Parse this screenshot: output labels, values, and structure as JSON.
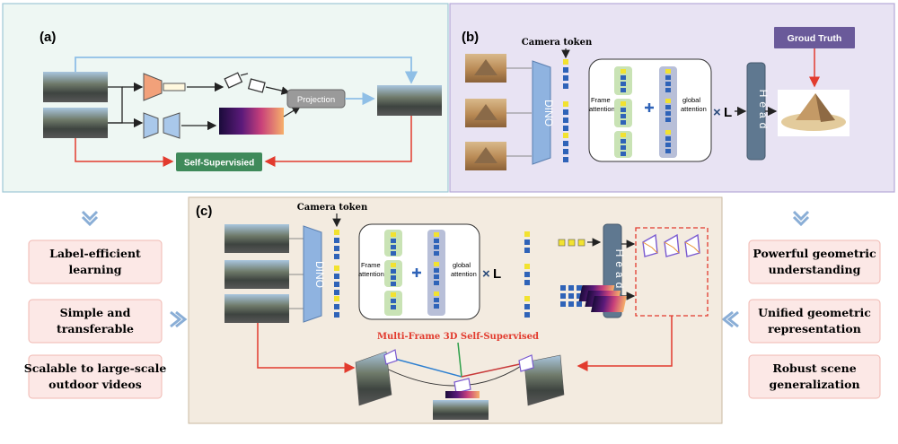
{
  "panel_a": {
    "label": "(a)",
    "projection": "Projection",
    "self_supervised": "Self-Supervisied"
  },
  "panel_b": {
    "label": "(b)",
    "camera_token": "Camera token",
    "dino": "DINO",
    "frame_attention_1": "Frame",
    "frame_attention_2": "attention",
    "global_attention_1": "global",
    "global_attention_2": "attention",
    "times_l": "L",
    "head": "Head",
    "ground_truth": "Groud Truth"
  },
  "panel_c": {
    "label": "(c)",
    "camera_token": "Camera token",
    "dino": "DINO",
    "frame_attention_1": "Frame",
    "frame_attention_2": "attention",
    "global_attention_1": "global",
    "global_attention_2": "attention",
    "times_l": "L",
    "head": "Head",
    "multi_frame": "Multi-Frame 3D Self-Supervised"
  },
  "left_boxes": [
    {
      "line1": "Label-efficient",
      "line2": "learning"
    },
    {
      "line1": "Simple and",
      "line2": "transferable"
    },
    {
      "line1": "Scalable to large-scale",
      "line2": "outdoor videos"
    }
  ],
  "right_boxes": [
    {
      "line1": "Powerful geometric",
      "line2": "understanding"
    },
    {
      "line1": "Unified geometric",
      "line2": "representation"
    },
    {
      "line1": "Robust scene",
      "line2": "generalization"
    }
  ],
  "colors": {
    "panel_a_bg": "#eef7f3",
    "panel_b_bg": "#e8e3f3",
    "panel_c_bg": "#f3ebe0",
    "feature_box_bg": "#fce8e6",
    "feature_box_border": "#f0b8b2",
    "dino_blue": "#8fb3e0",
    "head_blue": "#5f7890",
    "red_arrow": "#e23b2e",
    "blue_arrow": "#8fbfe6",
    "self_sup_green": "#3f8a5a",
    "gt_purple": "#6a5a9a"
  }
}
